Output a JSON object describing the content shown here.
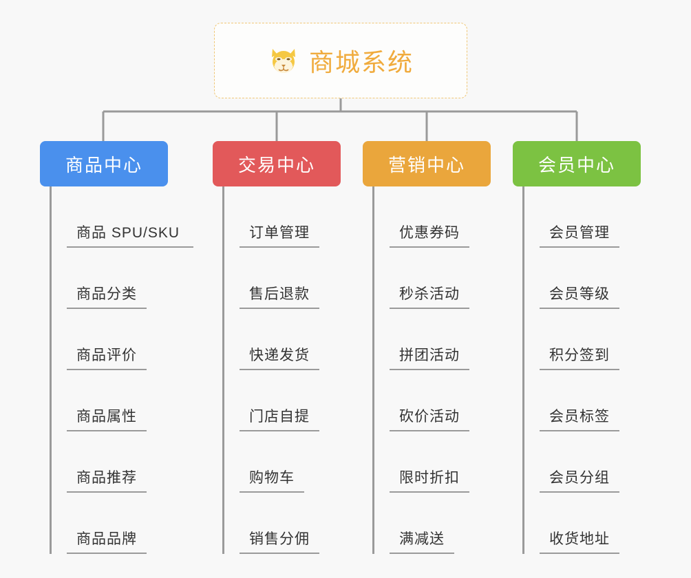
{
  "root": {
    "title": "商城系统",
    "icon": "shiba-dog-face-icon",
    "border_color": "#f0c674",
    "text_color": "#f0ab3d"
  },
  "canvas": {
    "background": "#f8f8f8",
    "line_color": "#9a9a9a"
  },
  "branches": [
    {
      "id": "product-center",
      "label": "商品中心",
      "color": "#4a90ed",
      "children": [
        "商品 SPU/SKU",
        "商品分类",
        "商品评价",
        "商品属性",
        "商品推荐",
        "商品品牌"
      ]
    },
    {
      "id": "trade-center",
      "label": "交易中心",
      "color": "#e2595a",
      "children": [
        "订单管理",
        "售后退款",
        "快递发货",
        "门店自提",
        "购物车",
        "销售分佣"
      ]
    },
    {
      "id": "marketing-center",
      "label": "营销中心",
      "color": "#eaa63c",
      "children": [
        "优惠券码",
        "秒杀活动",
        "拼团活动",
        "砍价活动",
        "限时折扣",
        "满减送"
      ]
    },
    {
      "id": "member-center",
      "label": "会员中心",
      "color": "#7cc242",
      "children": [
        "会员管理",
        "会员等级",
        "积分签到",
        "会员标签",
        "会员分组",
        "收货地址"
      ]
    }
  ]
}
